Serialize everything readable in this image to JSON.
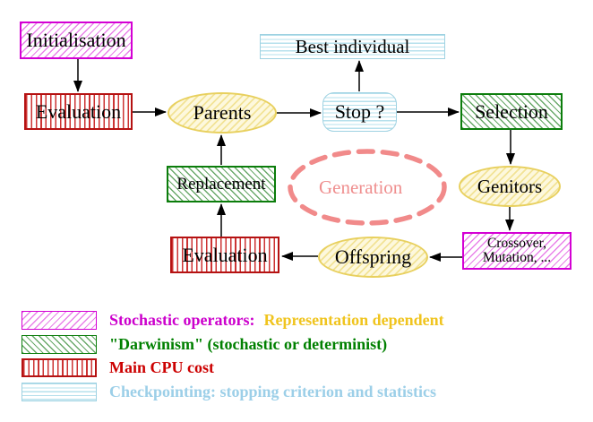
{
  "diagram_type": "flowchart-evolutionary-algorithm",
  "nodes": {
    "initialisation": {
      "label": "Initialisation",
      "style": "magenta-diagonal-hatch"
    },
    "evaluation_top": {
      "label": "Evaluation",
      "style": "red-vertical-lines"
    },
    "parents": {
      "label": "Parents",
      "style": "yellow-hatched-ellipse"
    },
    "stop": {
      "label": "Stop ?",
      "style": "cyan-horizontal-lines-rounded"
    },
    "best_individual": {
      "label": "Best individual",
      "style": "cyan-horizontal-lines"
    },
    "selection": {
      "label": "Selection",
      "style": "green-diagonal-hatch"
    },
    "genitors": {
      "label": "Genitors",
      "style": "yellow-hatched-ellipse"
    },
    "crossover_mutation": {
      "line1": "Crossover,",
      "line2": "Mutation, ...",
      "style": "magenta-diagonal-hatch"
    },
    "offspring": {
      "label": "Offspring",
      "style": "yellow-hatched-ellipse"
    },
    "evaluation_bottom": {
      "label": "Evaluation",
      "style": "red-vertical-lines"
    },
    "replacement": {
      "label": "Replacement",
      "style": "green-diagonal-hatch"
    },
    "generation": {
      "label": "Generation",
      "style": "salmon-dashed-ellipse"
    }
  },
  "edges": [
    {
      "from": "initialisation",
      "to": "evaluation_top"
    },
    {
      "from": "evaluation_top",
      "to": "parents"
    },
    {
      "from": "parents",
      "to": "stop"
    },
    {
      "from": "stop",
      "to": "best_individual"
    },
    {
      "from": "stop",
      "to": "selection"
    },
    {
      "from": "selection",
      "to": "genitors"
    },
    {
      "from": "genitors",
      "to": "crossover_mutation"
    },
    {
      "from": "crossover_mutation",
      "to": "offspring"
    },
    {
      "from": "offspring",
      "to": "evaluation_bottom"
    },
    {
      "from": "evaluation_bottom",
      "to": "replacement"
    },
    {
      "from": "replacement",
      "to": "parents"
    }
  ],
  "legend": [
    {
      "pattern": "magenta-diagonal-hatch",
      "text": "Stochastic operators:",
      "text_color": "#cc00cc",
      "text2": "Representation dependent",
      "text2_color": "#f0c41e"
    },
    {
      "pattern": "green-diagonal-hatch",
      "text": "\"Darwinism\" (stochastic or determinist)",
      "text_color": "#008000"
    },
    {
      "pattern": "red-vertical-lines",
      "text": "Main CPU cost",
      "text_color": "#cc0000"
    },
    {
      "pattern": "cyan-horizontal-lines",
      "text": "Checkpointing: stopping criterion and statistics",
      "text_color": "#9ccfe8"
    }
  ],
  "colors": {
    "magenta_border": "#d400d4",
    "magenta_hatch": "#e982e9",
    "green_border": "#0b7d0b",
    "green_hatch": "#6aa96a",
    "red_border": "#b51212",
    "red_lines": "#cc3333",
    "cyan_border": "#9fd2e2",
    "cyan_lines": "#b6e0ec",
    "yellow_border": "#e8d05e",
    "yellow_fill": "#fdf8dd",
    "salmon_dashed": "#f18a8a",
    "arrow": "#000000",
    "background": "#ffffff"
  }
}
